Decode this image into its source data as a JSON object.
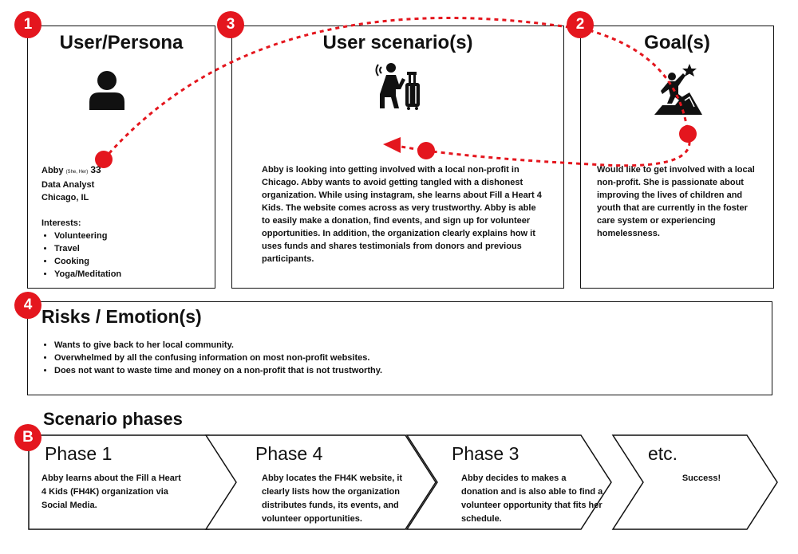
{
  "persona": {
    "badge": "1",
    "title": "User/Persona",
    "name": "Abby",
    "pronouns": "(She, Her)",
    "age": "33",
    "job": "Data Analyst",
    "location": "Chicago, IL",
    "interests_label": "Interests:",
    "interests": [
      "Volunteering",
      "Travel",
      "Cooking",
      "Yoga/Meditation"
    ],
    "icon": "person-icon"
  },
  "scenario": {
    "badge": "3",
    "title": "User scenario(s)",
    "icon": "traveler-with-luggage-icon",
    "text": "Abby is looking into getting involved with a local non-profit in Chicago. Abby wants to avoid getting tangled with a dishonest organization. While using instagram, she learns about Fill a Heart 4 Kids. The website comes across as very trustworthy. Abby is able to easily make a donation, find events, and sign up for volunteer opportunities. In addition, the organization clearly explains how it uses funds and shares testimonials from donors and previous participants."
  },
  "goals": {
    "badge": "2",
    "title": "Goal(s)",
    "icon": "climber-reaching-star-icon",
    "text": "Would like to get involved with a local non-profit. She is passionate about improving the lives of children and youth that are currently in the foster care system or experiencing homelessness."
  },
  "risks": {
    "badge": "4",
    "title": "Risks / Emotion(s)",
    "items": [
      "Wants to give back to her local community.",
      "Overwhelmed by all the confusing information on most non-profit websites.",
      "Does not want to waste time and money on a non-profit that is not trustworthy."
    ]
  },
  "phases": {
    "badge": "B",
    "heading": "Scenario phases",
    "items": [
      {
        "title": "Phase 1",
        "text": "Abby learns about the  Fill a Heart 4 Kids (FH4K) organization via Social Media."
      },
      {
        "title": "Phase 4",
        "text": "Abby locates the  FH4K website, it clearly lists how the organization distributes funds, its events, and volunteer opportunities."
      },
      {
        "title": "Phase 3",
        "text": "Abby decides to makes a donation and is also able to find a volunteer opportunity that fits her schedule."
      },
      {
        "title": "etc.",
        "text": "Success!"
      }
    ]
  },
  "colors": {
    "accent": "#e4161e",
    "border": "#111111"
  }
}
